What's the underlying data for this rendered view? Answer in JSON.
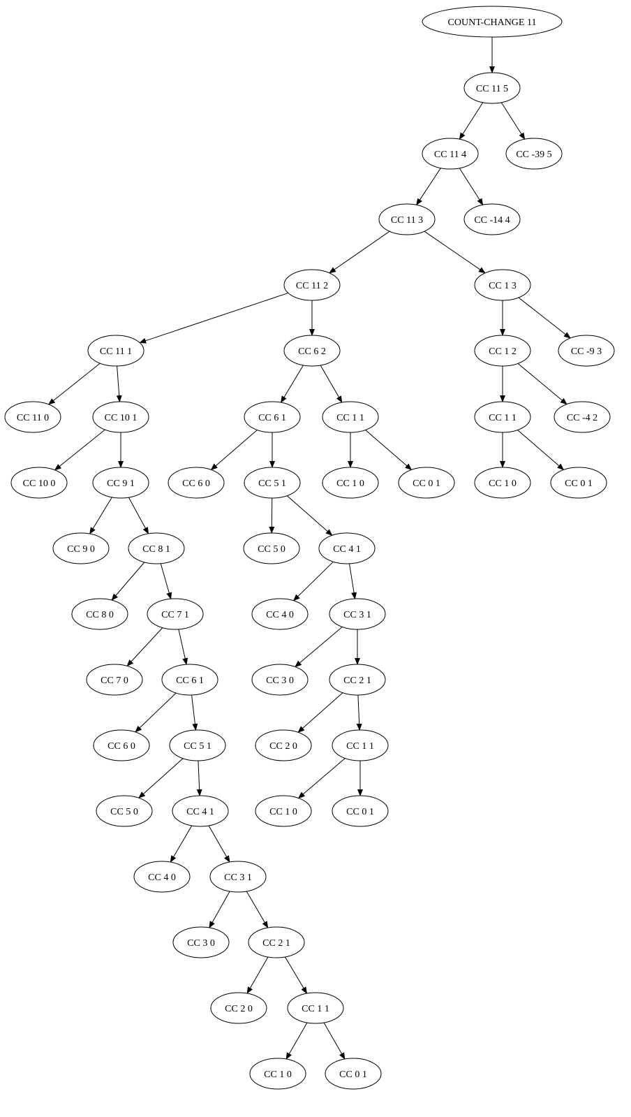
{
  "title": "COUNT-CHANGE 11 call tree",
  "nodes": [
    "COUNT-CHANGE 11",
    "CC 11 5",
    "CC 11 4",
    "CC -39 5",
    "CC 11 3",
    "CC -14 4",
    "CC 11 2",
    "CC 1 3",
    "CC 11 1",
    "CC 6 2",
    "CC 1 2",
    "CC -9 3",
    "CC 11 0",
    "CC 10 1",
    "CC 6 1",
    "CC 1 1",
    "CC 1 1",
    "CC -4 2",
    "CC 10 0",
    "CC 9 1",
    "CC 6 0",
    "CC 5 1",
    "CC 1 0",
    "CC 0 1",
    "CC 1 0",
    "CC 0 1",
    "CC 9 0",
    "CC 8 1",
    "CC 5 0",
    "CC 4 1",
    "CC 8 0",
    "CC 7 1",
    "CC 4 0",
    "CC 3 1",
    "CC 7 0",
    "CC 6 1",
    "CC 3 0",
    "CC 2 1",
    "CC 6 0",
    "CC 5 1",
    "CC 2 0",
    "CC 1 1",
    "CC 5 0",
    "CC 4 1",
    "CC 1 0",
    "CC 0 1",
    "CC 4 0",
    "CC 3 1",
    "CC 3 0",
    "CC 2 1",
    "CC 2 0",
    "CC 1 1",
    "CC 1 0",
    "CC 0 1"
  ],
  "edges": [
    [
      0,
      1
    ],
    [
      1,
      2
    ],
    [
      1,
      3
    ],
    [
      2,
      4
    ],
    [
      2,
      5
    ],
    [
      4,
      6
    ],
    [
      4,
      7
    ],
    [
      6,
      8
    ],
    [
      6,
      9
    ],
    [
      7,
      10
    ],
    [
      7,
      11
    ],
    [
      8,
      12
    ],
    [
      8,
      13
    ],
    [
      9,
      14
    ],
    [
      9,
      15
    ],
    [
      10,
      16
    ],
    [
      10,
      17
    ],
    [
      13,
      18
    ],
    [
      13,
      19
    ],
    [
      14,
      20
    ],
    [
      14,
      21
    ],
    [
      15,
      22
    ],
    [
      15,
      23
    ],
    [
      16,
      24
    ],
    [
      16,
      25
    ],
    [
      19,
      26
    ],
    [
      19,
      27
    ],
    [
      21,
      28
    ],
    [
      21,
      29
    ],
    [
      27,
      30
    ],
    [
      27,
      31
    ],
    [
      29,
      32
    ],
    [
      29,
      33
    ],
    [
      31,
      34
    ],
    [
      31,
      35
    ],
    [
      33,
      36
    ],
    [
      33,
      37
    ],
    [
      35,
      38
    ],
    [
      35,
      39
    ],
    [
      37,
      40
    ],
    [
      37,
      41
    ],
    [
      39,
      42
    ],
    [
      39,
      43
    ],
    [
      41,
      44
    ],
    [
      41,
      45
    ],
    [
      43,
      46
    ],
    [
      43,
      47
    ],
    [
      47,
      48
    ],
    [
      47,
      49
    ],
    [
      49,
      50
    ],
    [
      49,
      51
    ],
    [
      51,
      52
    ],
    [
      51,
      53
    ]
  ]
}
